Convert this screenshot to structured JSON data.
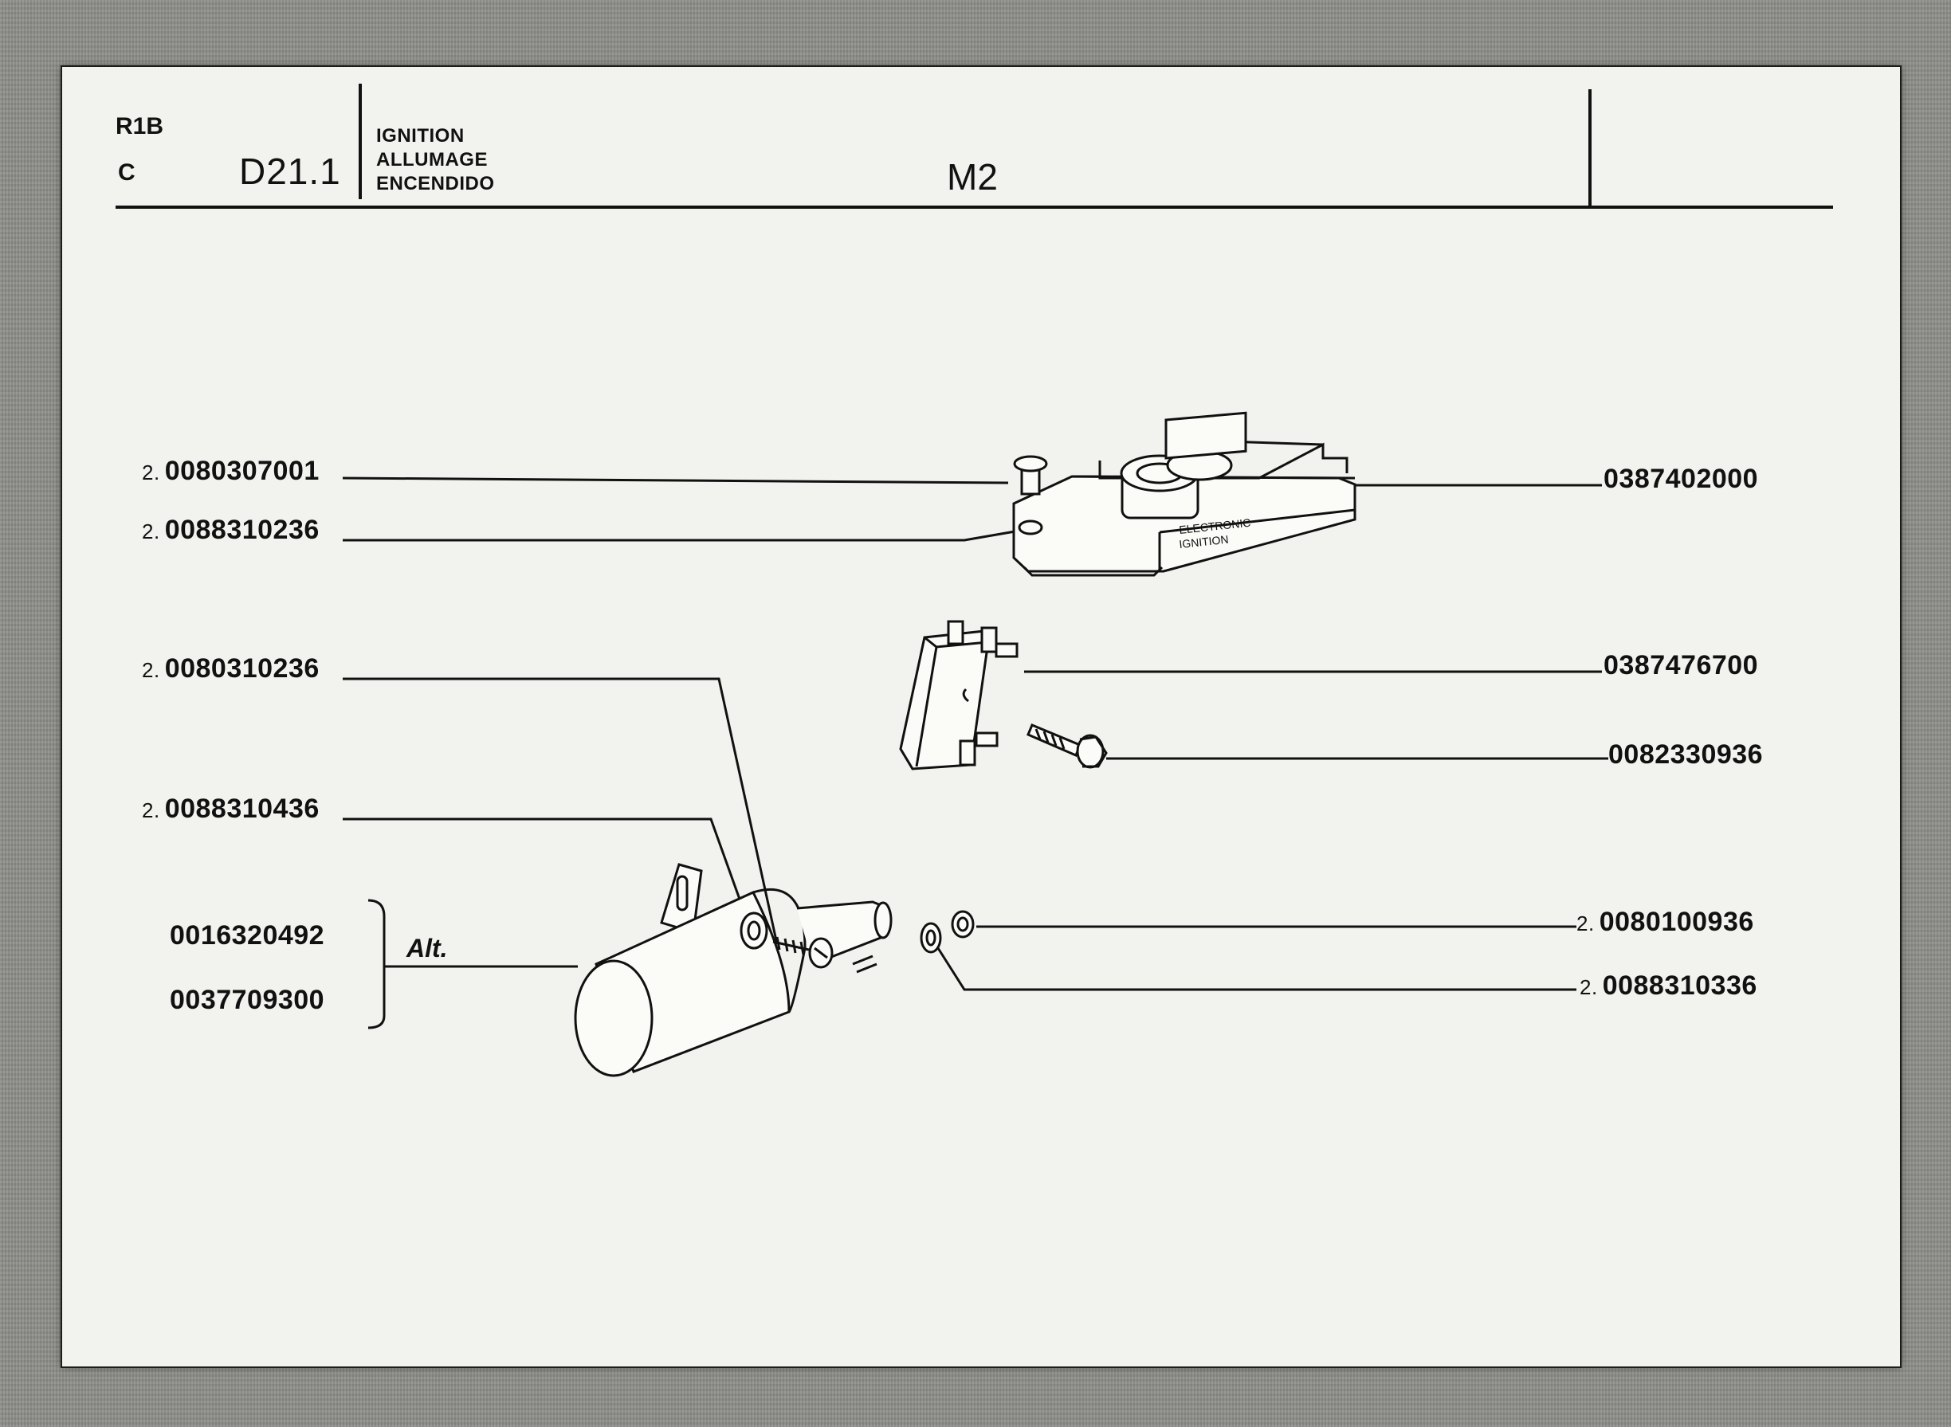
{
  "header": {
    "line_code": "R1B",
    "variant": "C",
    "section_code": "D21.1",
    "title_en": "IGNITION",
    "title_fr": "ALLUMAGE",
    "title_es": "ENCENDIDO",
    "model": "M2"
  },
  "parts_left": [
    {
      "qty": "2.",
      "number": "0080307001"
    },
    {
      "qty": "2.",
      "number": "0088310236"
    },
    {
      "qty": "2.",
      "number": "0080310236"
    },
    {
      "qty": "2.",
      "number": "0088310436"
    }
  ],
  "alternatives": {
    "label": "Alt.",
    "numbers": [
      "0016320492",
      "0037709300"
    ]
  },
  "parts_right": [
    {
      "qty": "",
      "number": "0387402000"
    },
    {
      "qty": "",
      "number": "0387476700"
    },
    {
      "qty": "",
      "number": "0082330936"
    },
    {
      "qty": "2.",
      "number": "0080100936"
    },
    {
      "qty": "2.",
      "number": "0088310336"
    }
  ],
  "module_label": [
    "ELECTRONIC",
    "IGNITION"
  ]
}
